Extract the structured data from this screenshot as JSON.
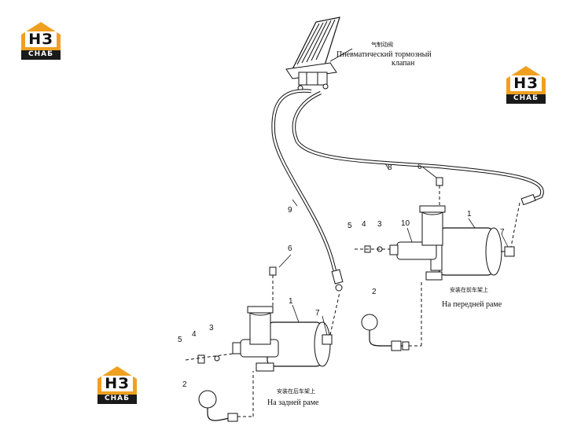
{
  "logos": [
    {
      "top": "НЗ",
      "bottom": "СНАБ"
    },
    {
      "top": "НЗ",
      "bottom": "СНАБ"
    },
    {
      "top": "НЗ",
      "bottom": "СНАБ"
    }
  ],
  "labels": {
    "valve_cn": "气制动阀",
    "valve_ru_1": "Пневматический тормозный",
    "valve_ru_2": "клапан",
    "front_cn": "安装在前车架上",
    "front_ru": "На передней раме",
    "rear_cn": "安装在后车架上",
    "rear_ru": "На задней раме"
  },
  "callouts": [
    "1",
    "1",
    "2",
    "2",
    "3",
    "3",
    "4",
    "4",
    "5",
    "5",
    "6",
    "6",
    "7",
    "7",
    "8",
    "9",
    "10"
  ],
  "colors": {
    "logo_orange": "#f0a020",
    "logo_dark": "#1a1a1a",
    "line": "#111111"
  }
}
